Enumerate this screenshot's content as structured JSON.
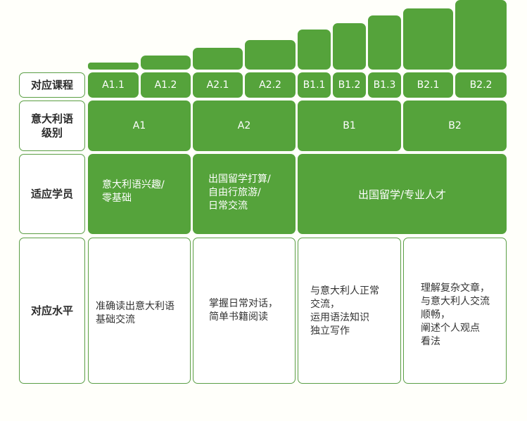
{
  "colors": {
    "primary_green": "#55a33b",
    "border_green": "#5a9e45",
    "text_dark": "#333333"
  },
  "row_labels": {
    "course": "对应课程",
    "level_line1": "意大利语",
    "level_line2": "级别",
    "students": "适应学员",
    "proficiency": "对应水平"
  },
  "courses": [
    "A1.1",
    "A1.2",
    "A2.1",
    "A2.2",
    "B1.1",
    "B1.2",
    "B1.3",
    "B2.1",
    "B2.2"
  ],
  "levels": [
    "A1",
    "A2",
    "B1",
    "B2"
  ],
  "students": {
    "a1_line1": "意大利语兴趣/",
    "a1_line2": "零基础",
    "a2_line1": "出国留学打算/",
    "a2_line2": "自由行旅游/",
    "a2_line3": "日常交流",
    "b_all": "出国留学/专业人才"
  },
  "proficiency": {
    "a1_line1": "准确读出意大利语",
    "a1_line2": "基础交流",
    "a2_line1": "掌握日常对话，",
    "a2_line2": "简单书籍阅读",
    "b1_line1": "与意大利人正常",
    "b1_line2": "交流，",
    "b1_line3": "运用语法知识",
    "b1_line4": "独立写作",
    "b2_line1": "理解复杂文章，",
    "b2_line2": "与意大利人交流",
    "b2_line3": "顺畅，",
    "b2_line4": "阐述个人观点",
    "b2_line5": "看法"
  }
}
